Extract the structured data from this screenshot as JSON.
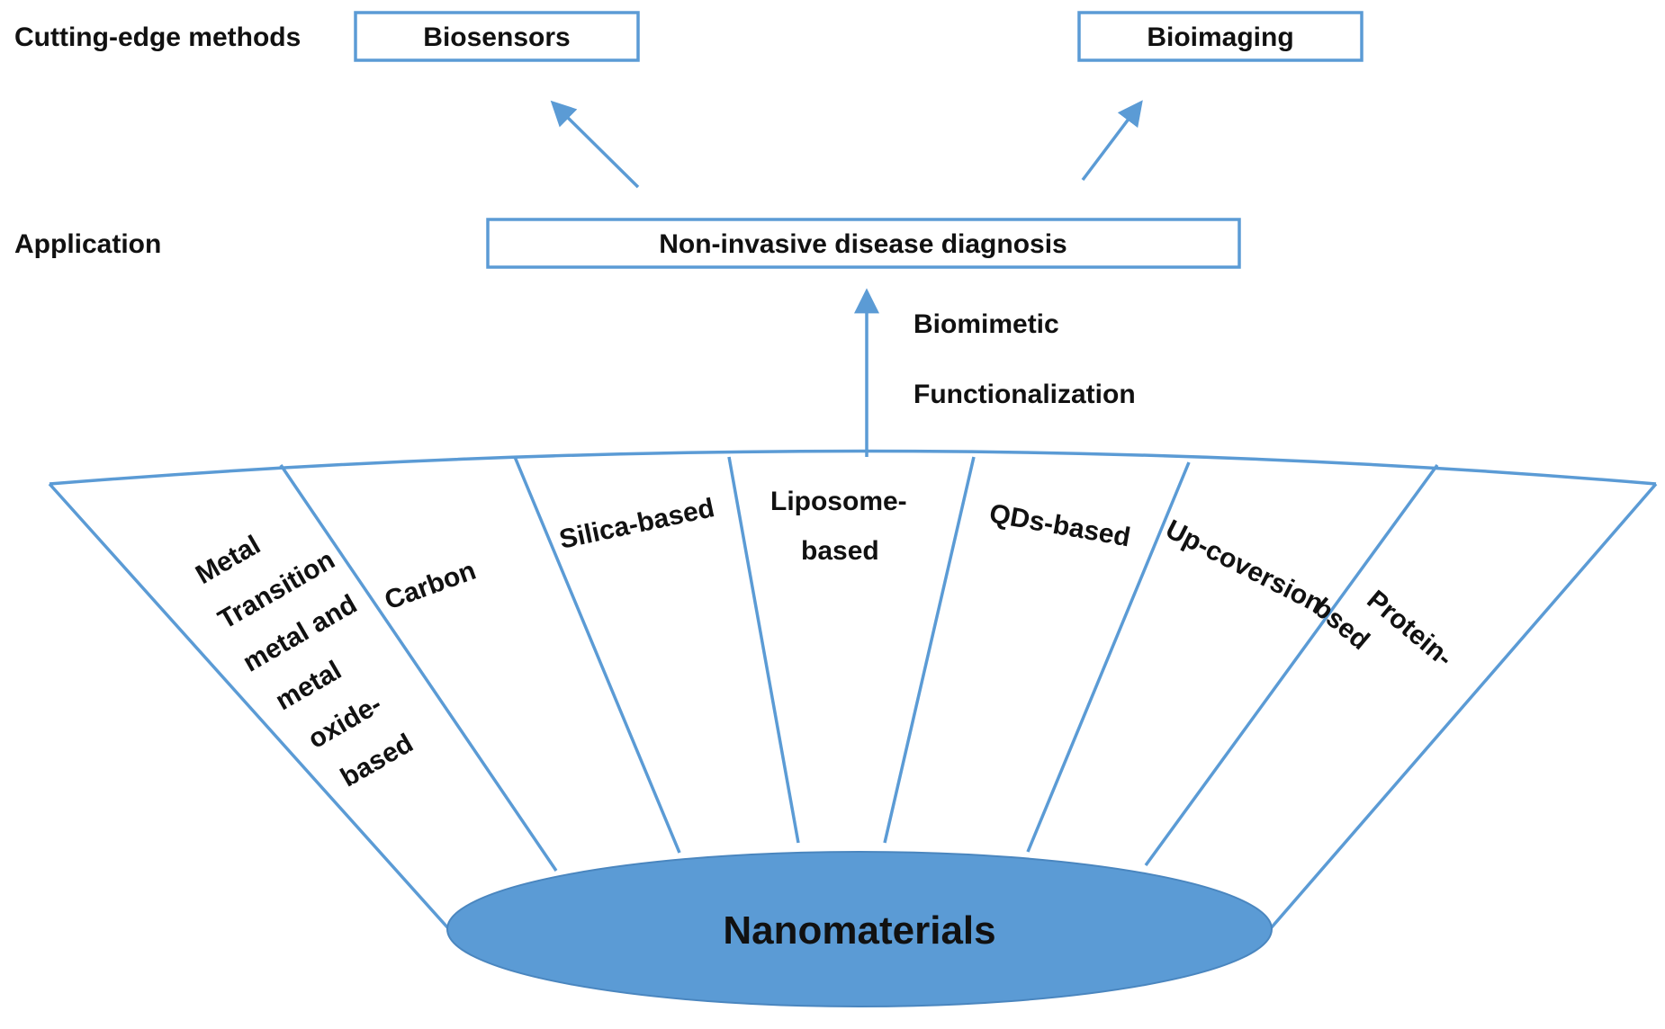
{
  "colors": {
    "line": "#5b9bd5",
    "fill": "#5b9bd5",
    "text": "#111111"
  },
  "rows": {
    "cutting_edge": "Cutting-edge methods",
    "application": "Application"
  },
  "boxes": {
    "biosensors": "Biosensors",
    "bioimaging": "Bioimaging",
    "diagnosis": "Non-invasive disease diagnosis"
  },
  "annotation": {
    "line1": "Biomimetic",
    "line2": "Functionalization"
  },
  "segments": {
    "metal": [
      "Metal",
      "Transition",
      "metal and",
      "metal",
      "oxide-",
      "based"
    ],
    "carbon": [
      "Carbon"
    ],
    "silica": [
      "Silica-based"
    ],
    "liposome": [
      "Liposome-",
      "based"
    ],
    "qds": [
      "QDs-based"
    ],
    "upconversion": [
      "Up-coversion"
    ],
    "protein": [
      "Protein-",
      "bsed"
    ]
  },
  "core": {
    "label": "Nanomaterials"
  }
}
